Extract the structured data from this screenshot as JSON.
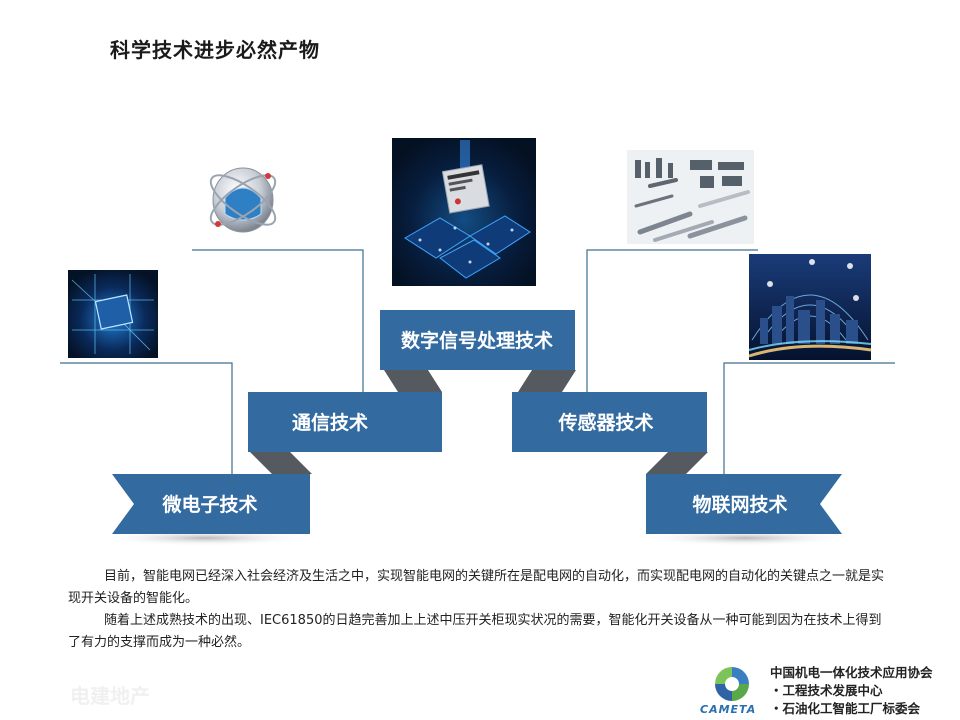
{
  "title": "科学技术进步必然产物",
  "boxes": {
    "dsp": "数字信号处理技术",
    "comm": "通信技术",
    "sensor": "传感器技术",
    "micro": "微电子技术",
    "iot": "物联网技术"
  },
  "images": {
    "micro": "chip-circuit-image",
    "comm": "sphere-logo-image",
    "dsp": "dsp-chip-image",
    "sensor": "sensors-image",
    "iot": "iot-network-image"
  },
  "paragraphs": [
    "目前，智能电网已经深入社会经济及生活之中，实现智能电网的关键所在是配电网的自动化，而实现配电网的自动化的关键点之一就是实现开关设备的智能化。",
    "随着上述成熟技术的出现、IEC61850的日趋完善加上上述中压开关柜现实状况的需要，智能化开关设备从一种可能到因为在技术上得到了有力的支撑而成为一种必然。"
  ],
  "logo": {
    "lines": [
      "中国机电一体化技术应用协会",
      "・工程技术发展中心",
      "・石油化工智能工厂标委会"
    ],
    "wordmark": "CAMETA"
  },
  "watermark": "电建地产",
  "colors": {
    "box": "#336aa0",
    "fold": "#555a60",
    "line": "#3d6f8f"
  }
}
